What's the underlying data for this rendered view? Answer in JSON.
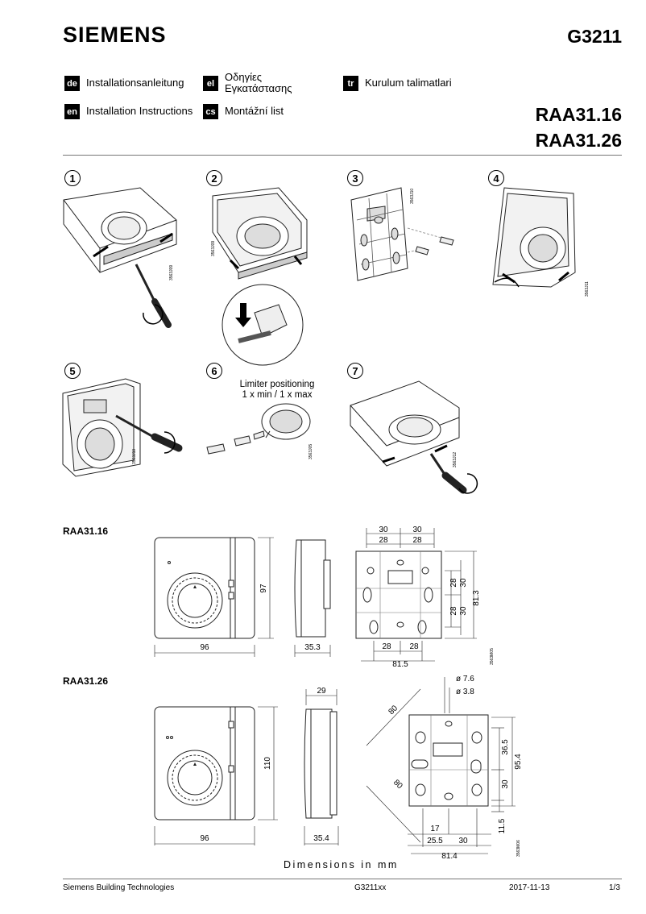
{
  "header": {
    "brand": "SIEMENS",
    "doc_number": "G3211",
    "languages": [
      {
        "code": "de",
        "label": "Installationsanleitung"
      },
      {
        "code": "el",
        "label": "Οδηγίες Εγκατάστασης"
      },
      {
        "code": "tr",
        "label": "Kurulum talimatlari"
      },
      {
        "code": "en",
        "label": "Installation Instructions"
      },
      {
        "code": "cs",
        "label": "Montážní list"
      }
    ],
    "models": [
      "RAA31.16",
      "RAA31.26"
    ]
  },
  "steps": {
    "labels": [
      "1",
      "2",
      "3",
      "4",
      "5",
      "6",
      "7"
    ],
    "step6_caption_line1": "Limiter positioning",
    "step6_caption_line2": "1 x min / 1 x max",
    "image_codes": [
      "3563J09",
      "3563J09",
      "3563J10",
      "3563J11",
      "3563J10",
      "3563J05",
      "3563J12"
    ]
  },
  "dimensions": {
    "raa3116": {
      "title": "RAA31.16",
      "front_width": "96",
      "front_height": "97",
      "side_depth": "35.3",
      "back_top": [
        "30",
        "30"
      ],
      "back_top_inner": [
        "28",
        "28"
      ],
      "back_bottom": [
        "28",
        "28"
      ],
      "back_bottom_total": "81.5",
      "back_right": [
        "28",
        "30",
        "28",
        "30"
      ],
      "back_total_height": "81.3",
      "code": "3563M05"
    },
    "raa3126": {
      "title": "RAA31.26",
      "front_width": "96",
      "front_height": "110",
      "side_depth_top": "29",
      "side_depth": "35.4",
      "diag": [
        "80",
        "80"
      ],
      "hole_large": "ø 7.6",
      "hole_small": "ø 3.8",
      "right": [
        "36.5",
        "95.4",
        "30",
        "11.5"
      ],
      "bottom": [
        "17",
        "25.5",
        "30",
        "81.4"
      ],
      "code": "3563M06"
    },
    "footer_note": "Dimensions in mm"
  },
  "footer": {
    "company": "Siemens Building Technologies",
    "doc": "G3211xx",
    "date": "2017-11-13",
    "page": "1/3"
  }
}
